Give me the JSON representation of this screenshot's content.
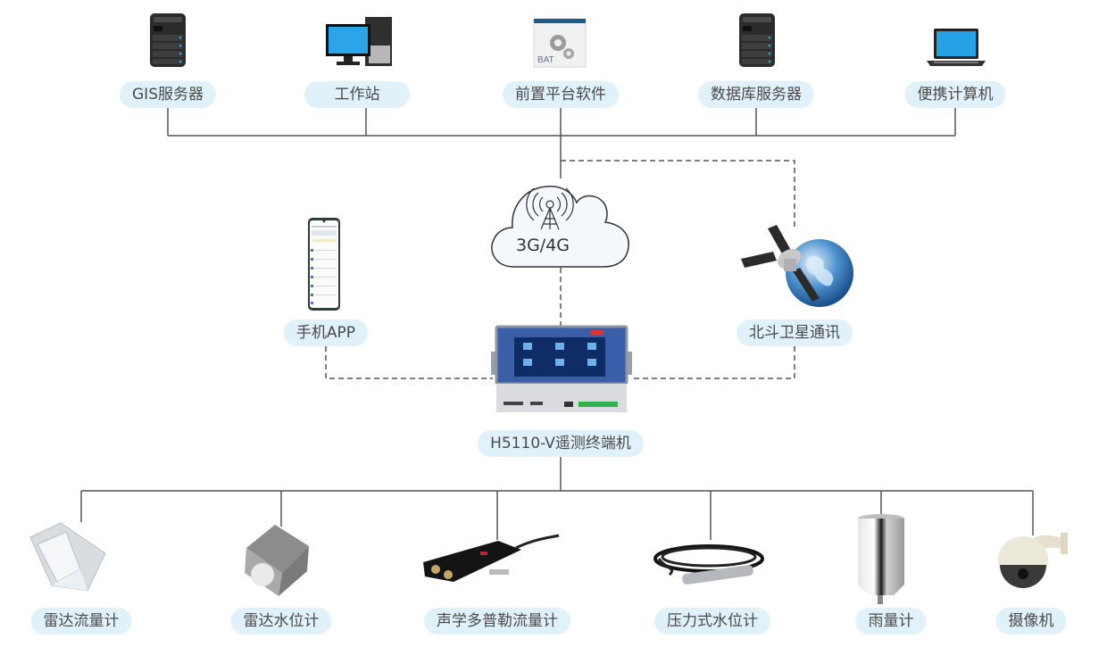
{
  "diagram": {
    "top_nodes": [
      {
        "label": "GIS服务器",
        "icon": "server-tower-icon"
      },
      {
        "label": "工作站",
        "icon": "desktop-workstation-icon"
      },
      {
        "label": "前置平台软件",
        "icon": "bat-software-gears-icon"
      },
      {
        "label": "数据库服务器",
        "icon": "server-tower-icon"
      },
      {
        "label": "便携计算机",
        "icon": "laptop-icon"
      }
    ],
    "network": {
      "label": "3G/4G",
      "icon": "cell-tower-cloud-icon"
    },
    "mobile_app": {
      "label": "手机APP",
      "icon": "smartphone-icon"
    },
    "satellite": {
      "label": "北斗卫星通讯",
      "icon": "satellite-globe-icon"
    },
    "terminal": {
      "label": "H5110-V遥测终端机",
      "icon": "rtu-terminal-icon"
    },
    "bottom_nodes": [
      {
        "label": "雷达流量计",
        "icon": "radar-flowmeter-icon"
      },
      {
        "label": "雷达水位计",
        "icon": "radar-level-gauge-icon"
      },
      {
        "label": "声学多普勒流量计",
        "icon": "acoustic-doppler-icon"
      },
      {
        "label": "压力式水位计",
        "icon": "pressure-level-sensor-icon"
      },
      {
        "label": "雨量计",
        "icon": "rain-gauge-icon"
      },
      {
        "label": "摄像机",
        "icon": "dome-camera-icon"
      }
    ],
    "colors": {
      "pill_bg": "#e1f1f9",
      "line": "#555555",
      "cloud_fill": "#f2f8fc",
      "screen_blue": "#1e6fc4"
    }
  }
}
